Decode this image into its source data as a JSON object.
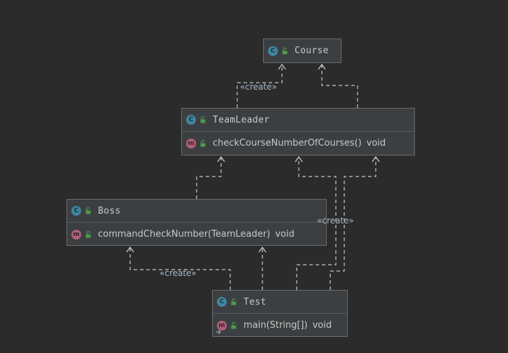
{
  "colors": {
    "background": "#2b2b2b",
    "box_fill": "#3c3f41",
    "box_border": "#6b6b6b",
    "edge": "#c8c8c8",
    "class_icon": "#3e86a0",
    "method_icon": "#b1607a",
    "public_lock": "#4e9a4e"
  },
  "icons": {
    "class": "C",
    "method": "m",
    "public": "unlocked-padlock"
  },
  "stereotype": "«create»",
  "classes": {
    "course": {
      "name": "Course",
      "members": []
    },
    "teamleader": {
      "name": "TeamLeader",
      "members": [
        {
          "name": "checkCourseNumberOfCourses()",
          "type": "void"
        }
      ]
    },
    "boss": {
      "name": "Boss",
      "members": [
        {
          "name": "commandCheckNumber(TeamLeader)",
          "type": "void"
        }
      ]
    },
    "test": {
      "name": "Test",
      "members": [
        {
          "name": "main(String[])",
          "type": "void"
        }
      ]
    }
  }
}
